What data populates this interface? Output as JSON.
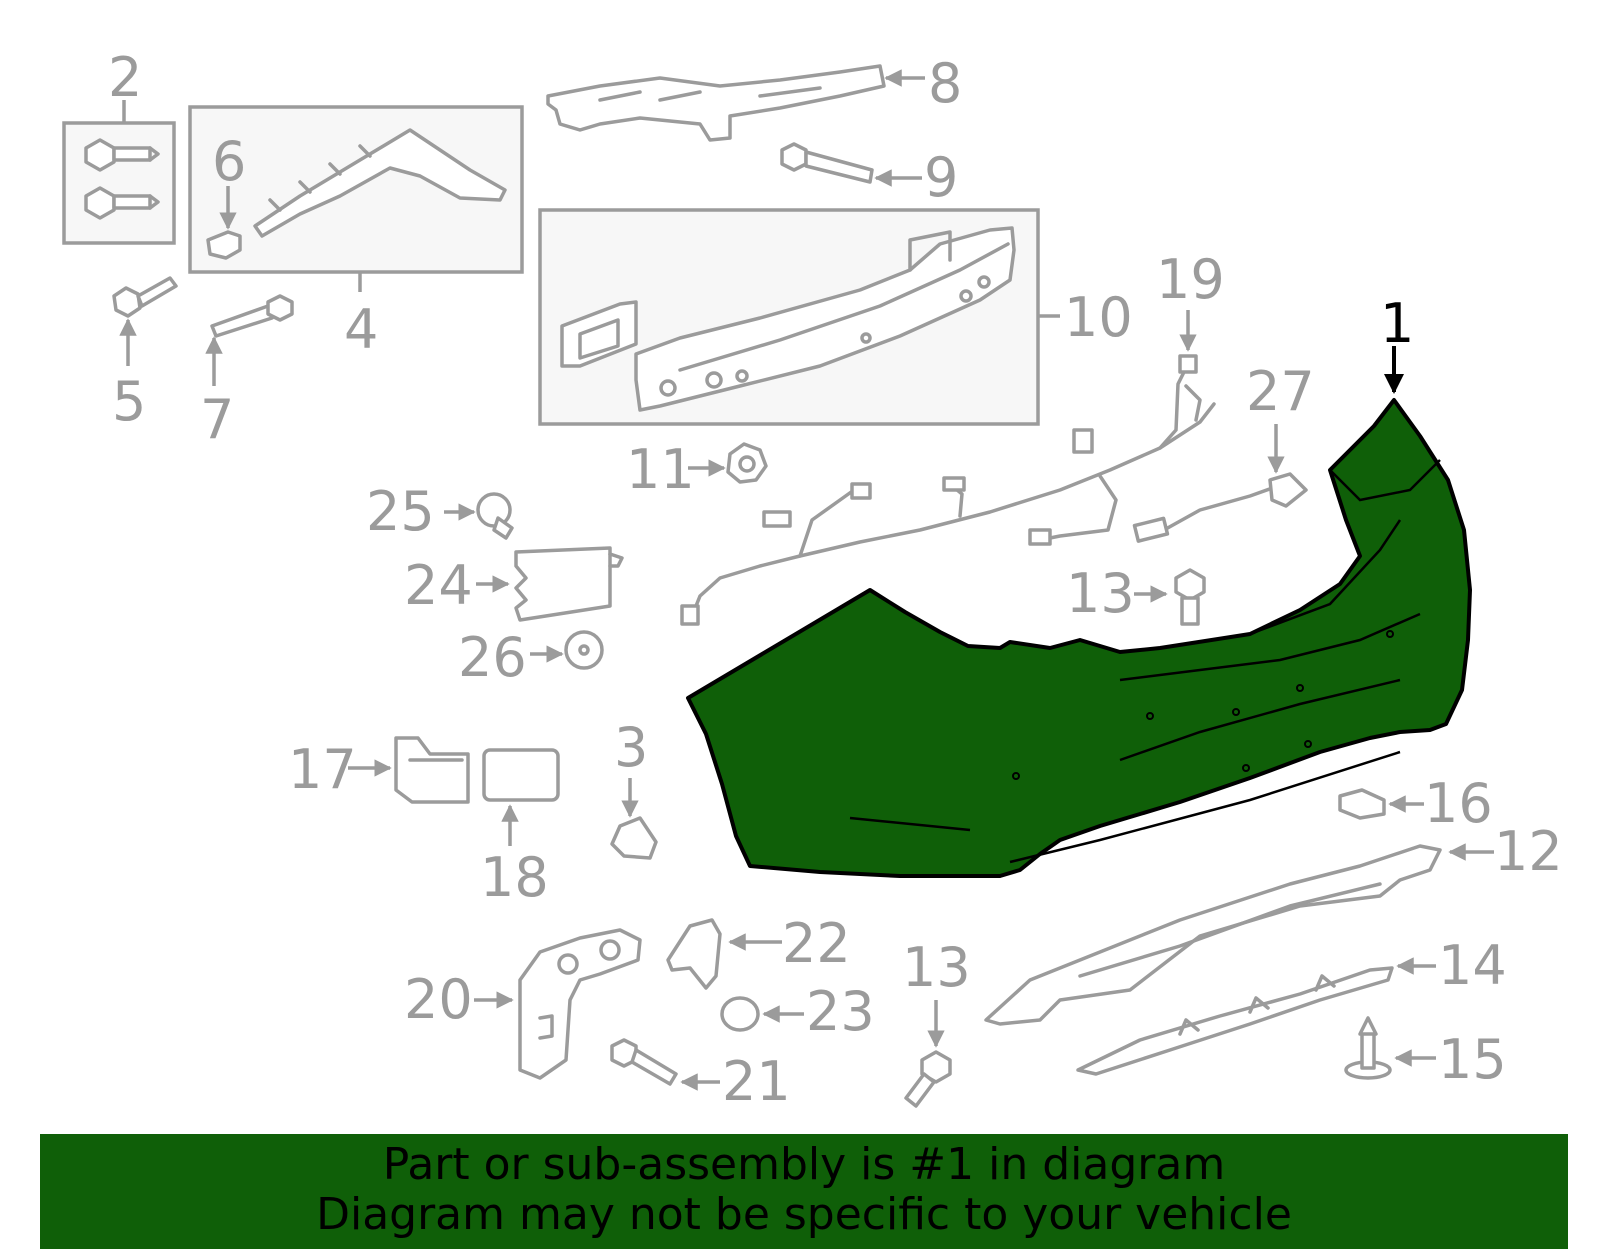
{
  "callouts": [
    "1",
    "2",
    "3",
    "4",
    "5",
    "6",
    "7",
    "8",
    "9",
    "10",
    "11",
    "12",
    "13",
    "13",
    "14",
    "15",
    "16",
    "17",
    "18",
    "19",
    "20",
    "21",
    "22",
    "23",
    "24",
    "25",
    "26",
    "27"
  ],
  "highlighted_part": "1",
  "colors": {
    "highlight": "#0f5f08",
    "line": "#9b9b9b",
    "banner": "#0f5f08"
  },
  "banner": {
    "line1": "Part or sub-assembly is #1 in diagram",
    "line2": "Diagram may not be specific to your vehicle"
  }
}
